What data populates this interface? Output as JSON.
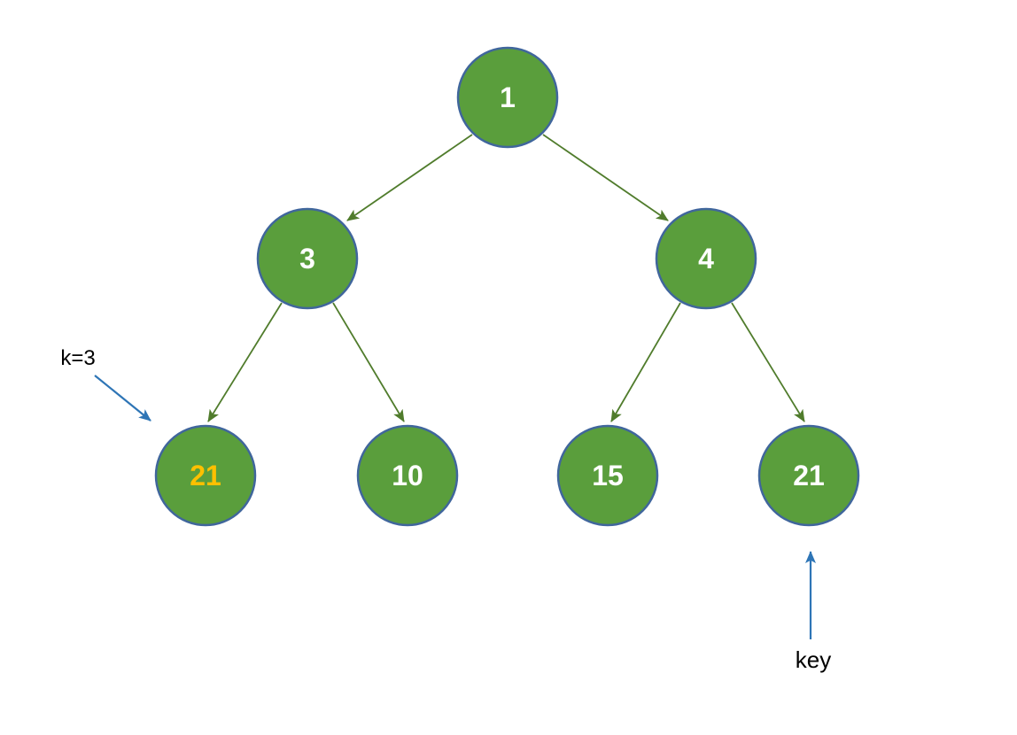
{
  "diagram": {
    "type": "binary-tree",
    "background": "#ffffff",
    "colors": {
      "node_fill": "#5a9e3c",
      "node_border": "#40669c",
      "node_text": "#ffffff",
      "highlight_text": "#ffc000",
      "edge": "#507c2c",
      "annotation_arrow": "#2e75b6",
      "label_text": "#000000"
    },
    "nodes": [
      {
        "id": "root",
        "value": "1"
      },
      {
        "id": "left",
        "value": "3"
      },
      {
        "id": "right",
        "value": "4"
      },
      {
        "id": "left-left",
        "value": "21",
        "highlighted": true
      },
      {
        "id": "left-right",
        "value": "10"
      },
      {
        "id": "right-left",
        "value": "15"
      },
      {
        "id": "right-right",
        "value": "21"
      }
    ],
    "edges": [
      {
        "from": "root",
        "to": "left"
      },
      {
        "from": "root",
        "to": "right"
      },
      {
        "from": "left",
        "to": "left-left"
      },
      {
        "from": "left",
        "to": "left-right"
      },
      {
        "from": "right",
        "to": "right-left"
      },
      {
        "from": "right",
        "to": "right-right"
      }
    ],
    "annotations": [
      {
        "id": "k",
        "text": "k=3",
        "points_to": "left-left"
      },
      {
        "id": "key",
        "text": "key",
        "points_to": "right-right"
      }
    ]
  }
}
